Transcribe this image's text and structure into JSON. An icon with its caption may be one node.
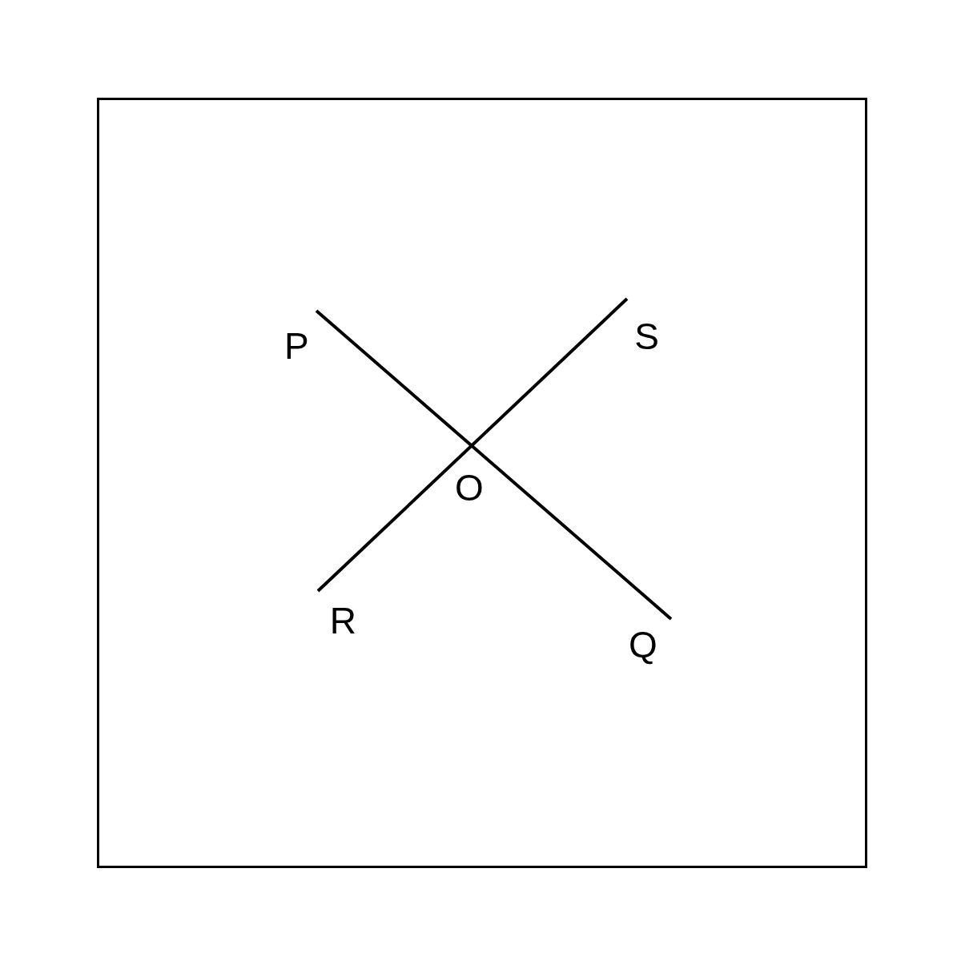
{
  "diagram": {
    "nodes": [
      {
        "text": [
          "P"
        ]
      },
      {
        "text": [
          "S"
        ]
      },
      {
        "text": [
          "R"
        ]
      },
      {
        "text": [
          "Q"
        ]
      }
    ],
    "edges": [
      {
        "from": 0,
        "to": 3,
        "arrow": "none"
      },
      {
        "from": 2,
        "to": 1,
        "arrow": "none"
      }
    ],
    "labels": [
      "O"
    ]
  }
}
